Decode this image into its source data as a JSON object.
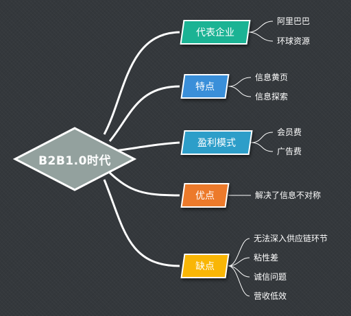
{
  "center": {
    "label": "B2B1.0时代",
    "color": "#93a19e"
  },
  "branches": [
    {
      "label": "代表企业",
      "color": "#1bb394",
      "children": [
        "阿里巴巴",
        "环球资源"
      ]
    },
    {
      "label": "特点",
      "color": "#3a8fd9",
      "children": [
        "信息黄页",
        "信息探索"
      ]
    },
    {
      "label": "盈利模式",
      "color": "#2d9ec9",
      "children": [
        "会员费",
        "广告费"
      ]
    },
    {
      "label": "优点",
      "color": "#ec7a2b",
      "children": [
        "解决了信息不对称"
      ]
    },
    {
      "label": "缺点",
      "color": "#f9b606",
      "children": [
        "无法深入供应链环节",
        "粘性差",
        "诚信问题",
        "营收低效"
      ]
    }
  ]
}
